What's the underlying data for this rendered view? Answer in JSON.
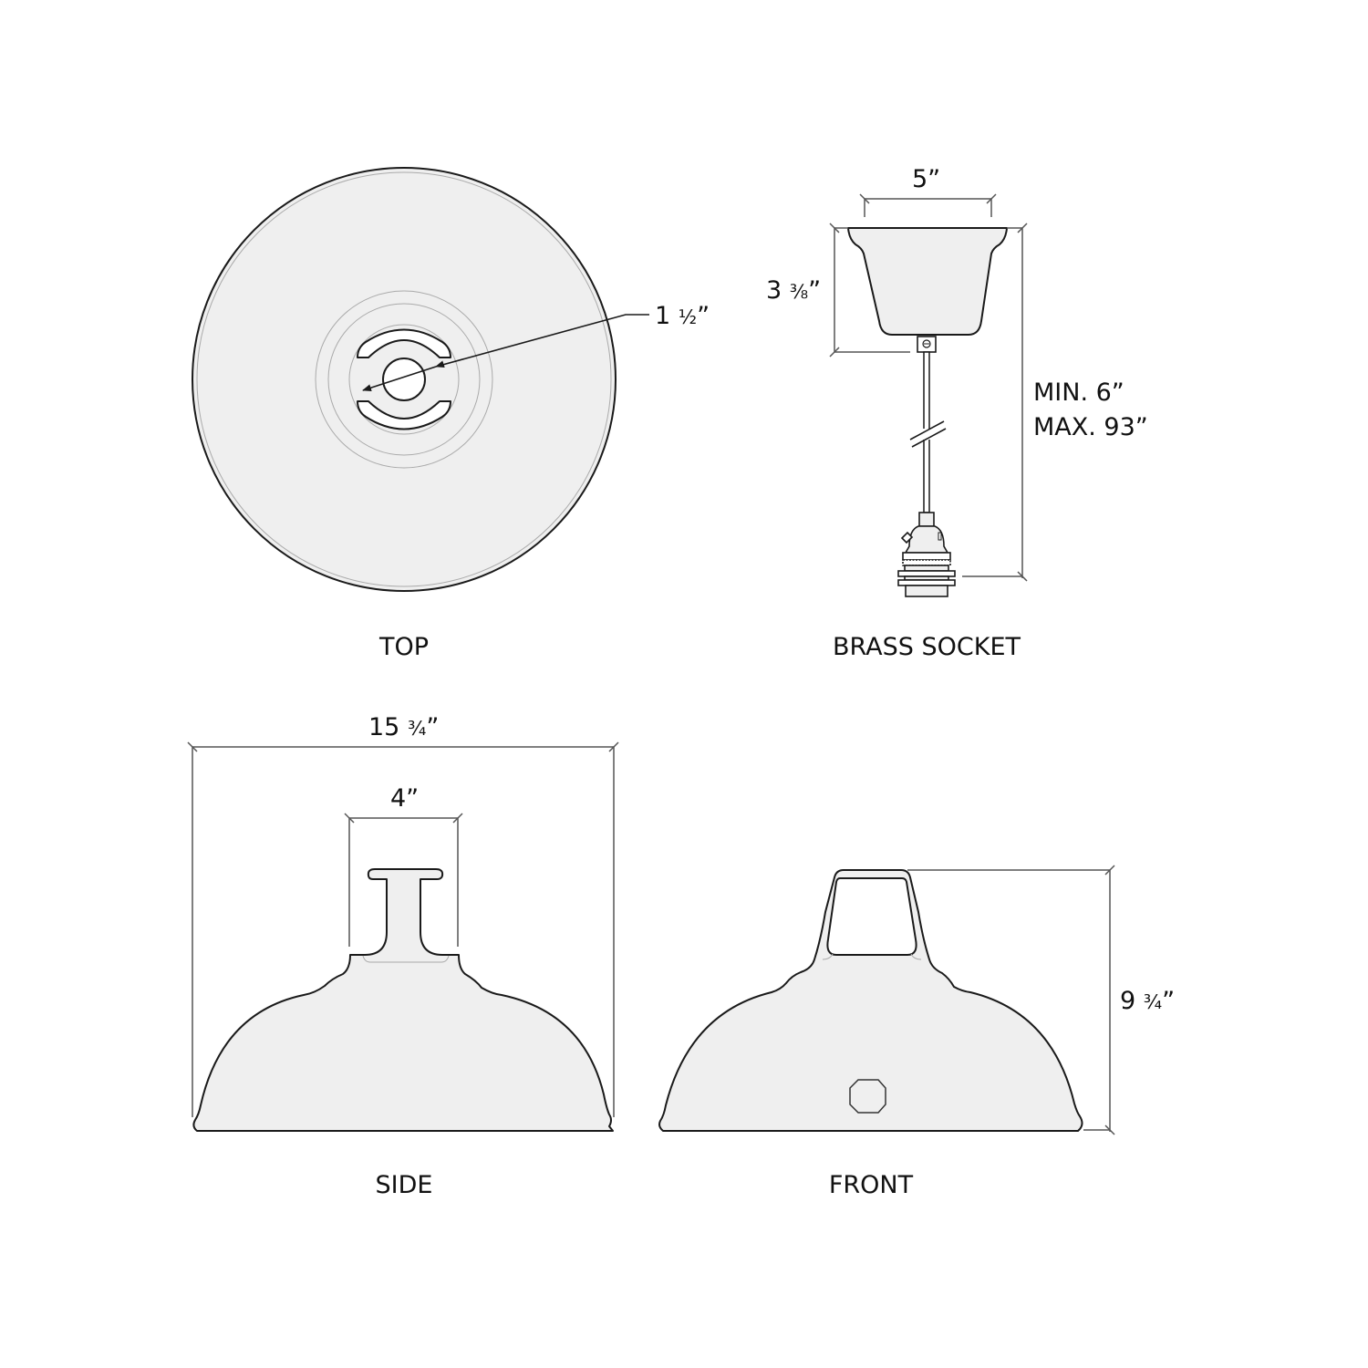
{
  "colors": {
    "line": "#1a1a1a",
    "fill": "#efefef",
    "thin_line": "#aaaaaa",
    "dimension_line": "#555555",
    "background": "#ffffff"
  },
  "views": {
    "top": {
      "caption": "TOP",
      "dimensions": {
        "center_hole": {
          "whole": "1",
          "fraction": "½",
          "unit": "”",
          "text": "1 ½”"
        }
      }
    },
    "brass_socket": {
      "caption": "BRASS SOCKET",
      "dimensions": {
        "canopy_width": {
          "text": "5”"
        },
        "canopy_height": {
          "whole": "3",
          "fraction": "⅜",
          "unit": "”",
          "text": "3 ⅜”"
        },
        "drop_min": {
          "text": "MIN. 6”"
        },
        "drop_max": {
          "text": "MAX. 93”"
        }
      }
    },
    "side": {
      "caption": "SIDE",
      "dimensions": {
        "shade_width": {
          "whole": "15",
          "fraction": "¾",
          "unit": "”",
          "text": "15 ¾”"
        },
        "neck_width": {
          "text": "4”"
        }
      }
    },
    "front": {
      "caption": "FRONT",
      "dimensions": {
        "shade_height": {
          "whole": "9",
          "fraction": "¾",
          "unit": "”",
          "text": "9 ¾”"
        }
      }
    }
  }
}
